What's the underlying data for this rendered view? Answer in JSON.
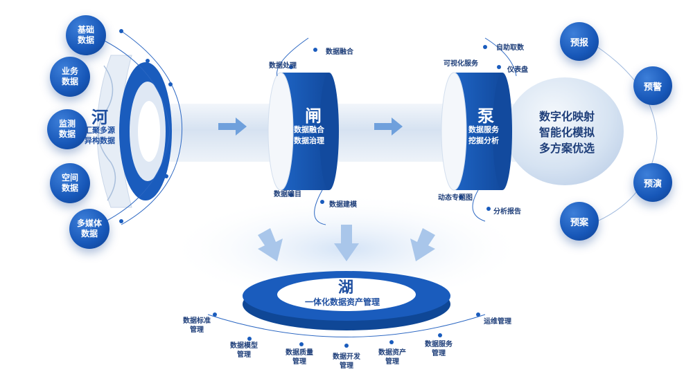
{
  "sources": [
    "基础\n数据",
    "业务\n数据",
    "监测\n数据",
    "空间\n数据",
    "多媒体\n数据"
  ],
  "he": {
    "title": "河",
    "line1": "汇聚多源",
    "line2": "异构数据"
  },
  "zha": {
    "title": "闸",
    "line1": "数据融合",
    "line2": "数据治理",
    "labels": [
      "数据融合",
      "数据处理",
      "数据编目",
      "数据建模"
    ]
  },
  "beng": {
    "title": "泵",
    "line1": "数据服务",
    "line2": "挖掘分析",
    "labels": [
      "自助取数",
      "可视化服务",
      "仪表盘",
      "动态专题图",
      "分析报告"
    ]
  },
  "sphere": {
    "line1": "数字化映射",
    "line2": "智能化模拟",
    "line3": "多方案优选"
  },
  "outputs": [
    "预报",
    "预警",
    "预演",
    "预案"
  ],
  "hu": {
    "title": "湖",
    "subtitle": "一体化数据资产管理",
    "labels": [
      "数据标准\n管理",
      "数据模型\n管理",
      "数据质量\n管理",
      "数据开发\n管理",
      "数据资产\n管理",
      "数据服务\n管理",
      "运维管理"
    ]
  },
  "colors": {
    "primary": "#1757b8",
    "light": "#dfe9f5",
    "text": "#1f3f7a"
  }
}
